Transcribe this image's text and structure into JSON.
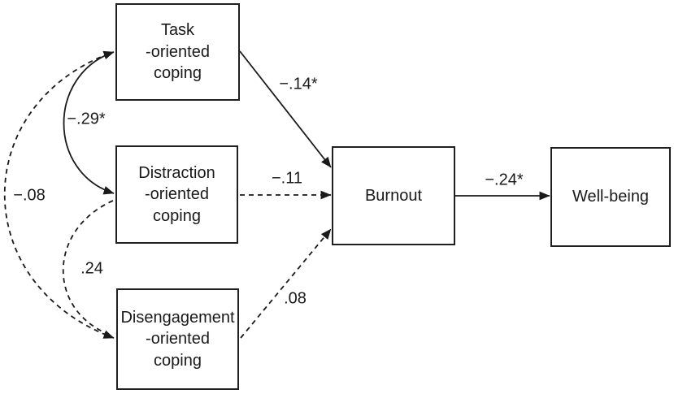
{
  "diagram": {
    "type": "path-model",
    "nodes": [
      {
        "id": "task",
        "label": "Task\n-oriented\ncoping"
      },
      {
        "id": "distraction",
        "label": "Distraction\n-oriented\ncoping"
      },
      {
        "id": "disengagement",
        "label": "Disengagement\n-oriented\ncoping"
      },
      {
        "id": "burnout",
        "label": "Burnout"
      },
      {
        "id": "wellbeing",
        "label": "Well-being"
      }
    ],
    "paths": [
      {
        "from": "task",
        "to": "burnout",
        "coefficient": "−.14*",
        "style": "solid"
      },
      {
        "from": "distraction",
        "to": "burnout",
        "coefficient": "−.11",
        "style": "dashed"
      },
      {
        "from": "disengagement",
        "to": "burnout",
        "coefficient": ".08",
        "style": "dashed"
      },
      {
        "from": "burnout",
        "to": "wellbeing",
        "coefficient": "−.24*",
        "style": "solid"
      }
    ],
    "correlations": [
      {
        "between": [
          "task",
          "distraction"
        ],
        "coefficient": "−.29*",
        "style": "solid"
      },
      {
        "between": [
          "task",
          "disengagement"
        ],
        "coefficient": "−.08",
        "style": "dashed"
      },
      {
        "between": [
          "distraction",
          "disengagement"
        ],
        "coefficient": ".24",
        "style": "dashed"
      }
    ],
    "colors": {
      "line": "#1a1a1a",
      "box_border": "#1f1f1f",
      "background": "#ffffff"
    }
  }
}
